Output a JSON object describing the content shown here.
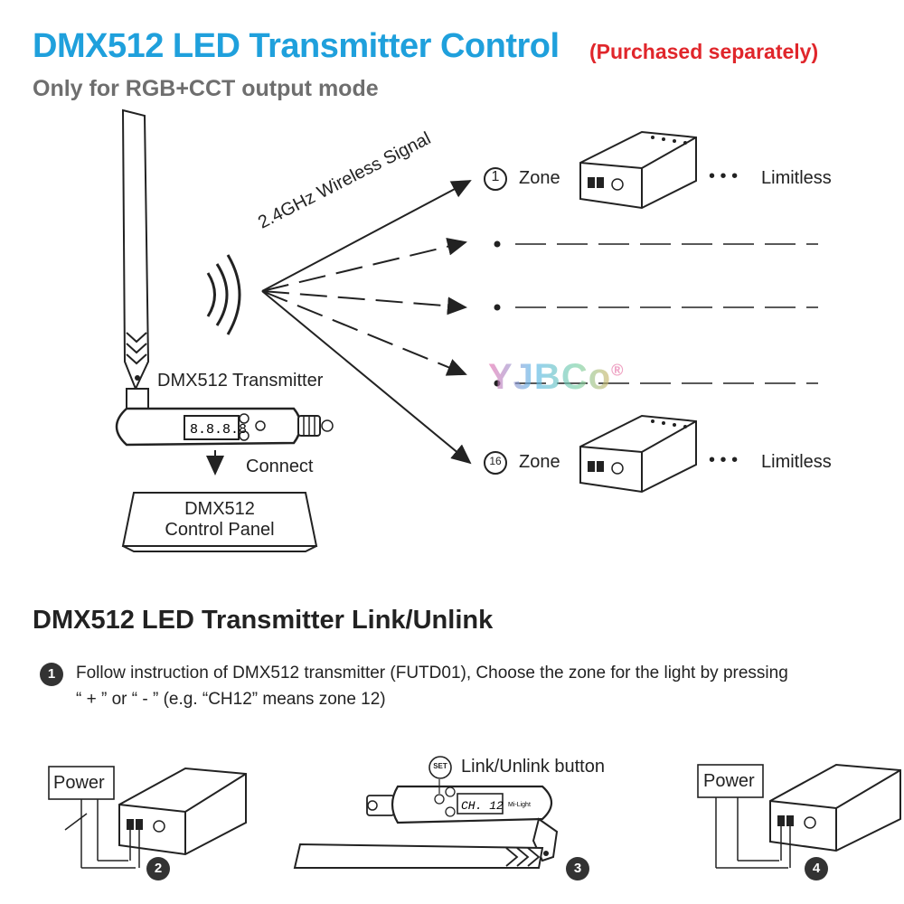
{
  "header": {
    "title": "DMX512 LED Transmitter Control",
    "title_note": "(Purchased separately)",
    "subtitle": "Only for RGB+CCT output mode"
  },
  "diagram": {
    "signal_label": "2.4GHz Wireless Signal",
    "transmitter_label": "DMX512 Transmitter",
    "transmitter_display": "8.8.8.8",
    "connect_label": "Connect",
    "panel_label_line1": "DMX512",
    "panel_label_line2": "Control Panel",
    "zones": [
      {
        "number": "1",
        "label": "Zone",
        "dots": "• • •",
        "tail": "Limitless"
      },
      {
        "number": "16",
        "label": "Zone",
        "dots": "• • •",
        "tail": "Limitless"
      }
    ],
    "watermark": "YJBCo",
    "watermark_mark": "®"
  },
  "link_section": {
    "heading": "DMX512 LED Transmitter Link/Unlink",
    "step1_number": "1",
    "step1_line1": "Follow instruction of DMX512 transmitter (FUTD01), Choose the zone for the light by pressing",
    "step1_line2": "“ + ” or “ - ”  (e.g. “CH12” means zone 12)",
    "power_label_left": "Power",
    "power_label_right": "Power",
    "set_badge": "SET",
    "link_button_label": "Link/Unlink button",
    "display_text": "CH. 12",
    "brand_small": "Mi-Light",
    "step2_number": "2",
    "step3_number": "3",
    "step4_number": "4"
  },
  "colors": {
    "title": "#1fa0dc",
    "note": "#e0262b",
    "subtitle": "#6e6e6e"
  }
}
